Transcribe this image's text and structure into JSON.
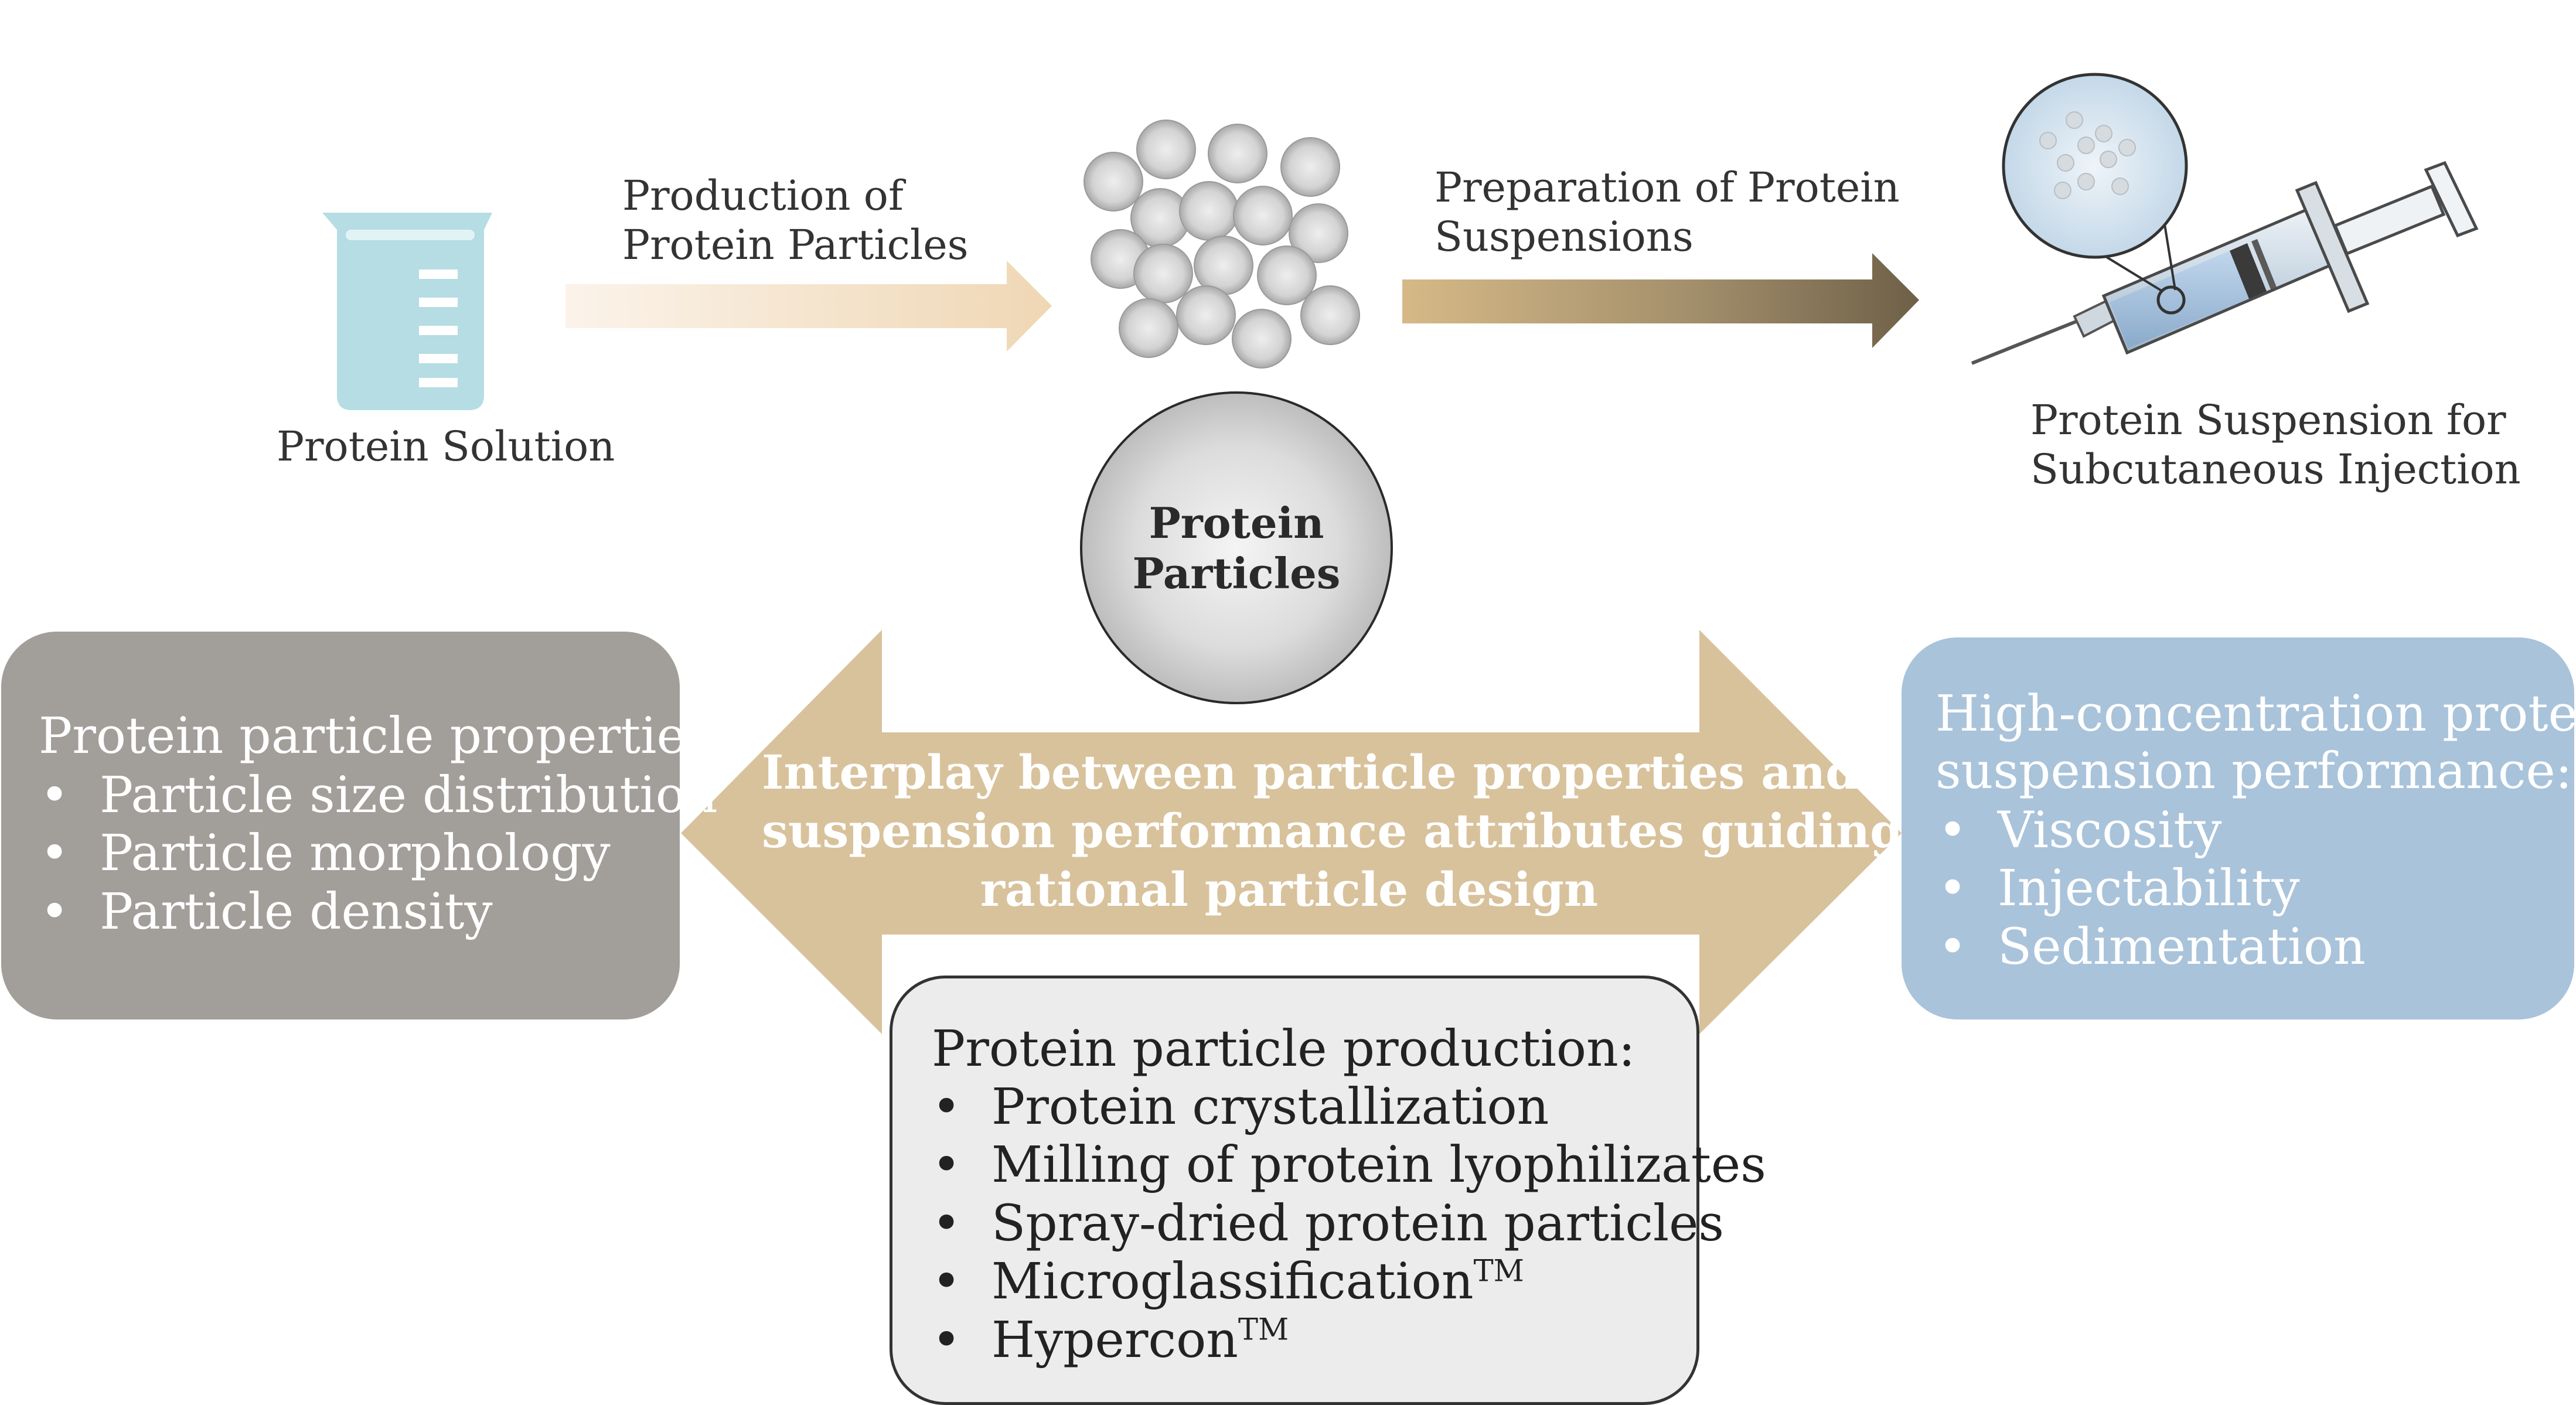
{
  "top": {
    "solution_label": "Protein Solution",
    "production_label": [
      "Production of",
      "Protein Particles"
    ],
    "preparation_label": [
      "Preparation of Protein",
      "Suspensions"
    ],
    "syringe_label": [
      "Protein Suspension for",
      "Subcutaneous Injection"
    ]
  },
  "center_circle": [
    "Protein",
    "Particles"
  ],
  "interplay_text": [
    "Interplay between particle properties and",
    "suspension performance attributes guiding",
    "rational particle design"
  ],
  "left_box": {
    "title": "Protein particle properties:",
    "items": [
      "Particle size distribution",
      "Particle morphology",
      "Particle density"
    ]
  },
  "right_box": {
    "title": [
      "High-concentration protein",
      "suspension performance:"
    ],
    "items": [
      "Viscosity",
      "Injectability",
      "Sedimentation"
    ]
  },
  "bottom_box": {
    "title": "Protein particle production:",
    "items": [
      "Protein crystallization",
      "Milling of protein lyophilizates",
      "Spray-dried protein particles",
      "Microglassification",
      "Hypercon"
    ],
    "trademark": "TM"
  },
  "colors": {
    "beaker": "#b5dde3",
    "left_box": "#a29e9a",
    "right_box": "#a9c3da",
    "bottom_box": "#ececec",
    "big_arrow": "#d8c29c",
    "arrow_dark": "#6e6048"
  }
}
